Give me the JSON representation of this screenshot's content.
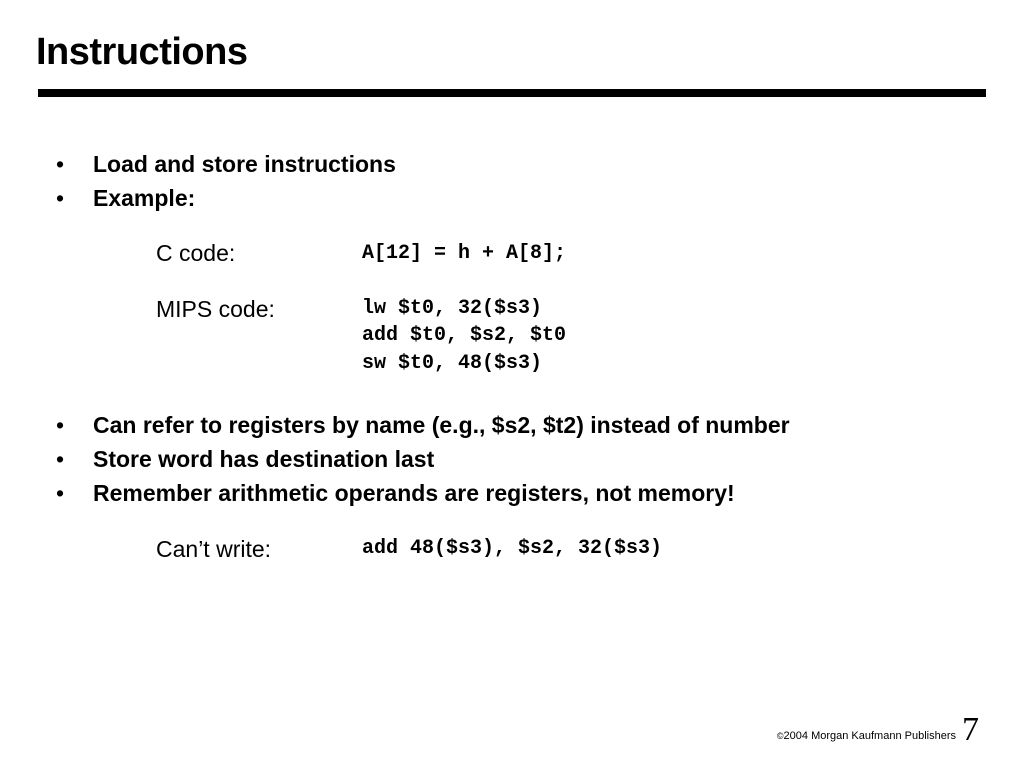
{
  "slide": {
    "title": "Instructions",
    "bullets_top": [
      "Load and store instructions",
      "Example:"
    ],
    "example": {
      "c_label": "C code:",
      "c_code": "A[12] = h + A[8];",
      "mips_label": "MIPS code:",
      "mips_lines": [
        "lw $t0, 32($s3)",
        "add $t0, $s2, $t0",
        "sw $t0, 48($s3)"
      ]
    },
    "bullets_bottom": [
      "Can refer to registers by name (e.g., $s2, $t2) instead of number",
      "Store word has destination last",
      "Remember arithmetic operands are registers, not memory!"
    ],
    "cant_write": {
      "label": "Can’t write:",
      "code": "add 48($s3), $s2, 32($s3)"
    },
    "bullet_glyph": "•"
  },
  "footer": {
    "copyright_symbol": "©",
    "copyright_text": "2004 Morgan Kaufmann Publishers",
    "page_number": "7"
  }
}
